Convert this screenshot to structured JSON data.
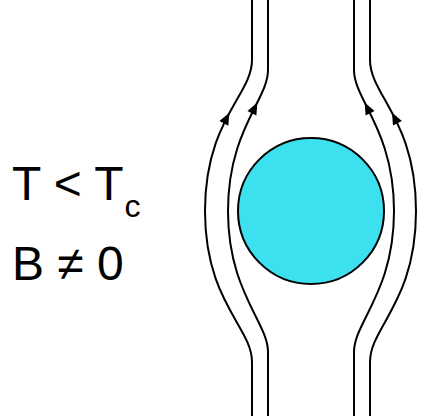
{
  "diagram": {
    "labels": [
      "T < T",
      "c",
      "B ≠ 0"
    ]
  }
}
